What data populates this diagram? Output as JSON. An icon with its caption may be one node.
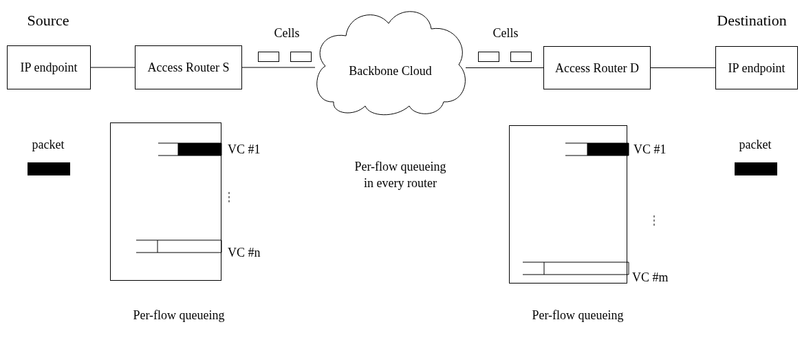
{
  "diagram": {
    "nodes": [
      {
        "text": [
          "IP endpoint"
        ],
        "beside": [
          "Source"
        ]
      },
      {
        "text": [
          "Access Router S"
        ]
      },
      {
        "text": [
          "Backbone Cloud"
        ]
      },
      {
        "text": [
          "Access Router D"
        ]
      },
      {
        "text": [
          "IP endpoint"
        ],
        "beside": [
          "Destination"
        ]
      },
      {
        "text": [
          "VC #1",
          "VC #n"
        ],
        "beside": [
          "Per-flow queueing"
        ]
      },
      {
        "text": [
          "VC #1",
          "VC #m"
        ],
        "beside": [
          "Per-flow queueing"
        ]
      }
    ],
    "edges": [
      {
        "from": 0,
        "to": 1,
        "arrow": "none"
      },
      {
        "from": 1,
        "to": 2,
        "arrow": "none"
      },
      {
        "from": 2,
        "to": 3,
        "arrow": "none"
      },
      {
        "from": 3,
        "to": 4,
        "arrow": "none"
      }
    ],
    "labels": [
      "Cells",
      "Cells",
      "packet",
      "packet",
      "Per-flow queueing in every router"
    ]
  }
}
